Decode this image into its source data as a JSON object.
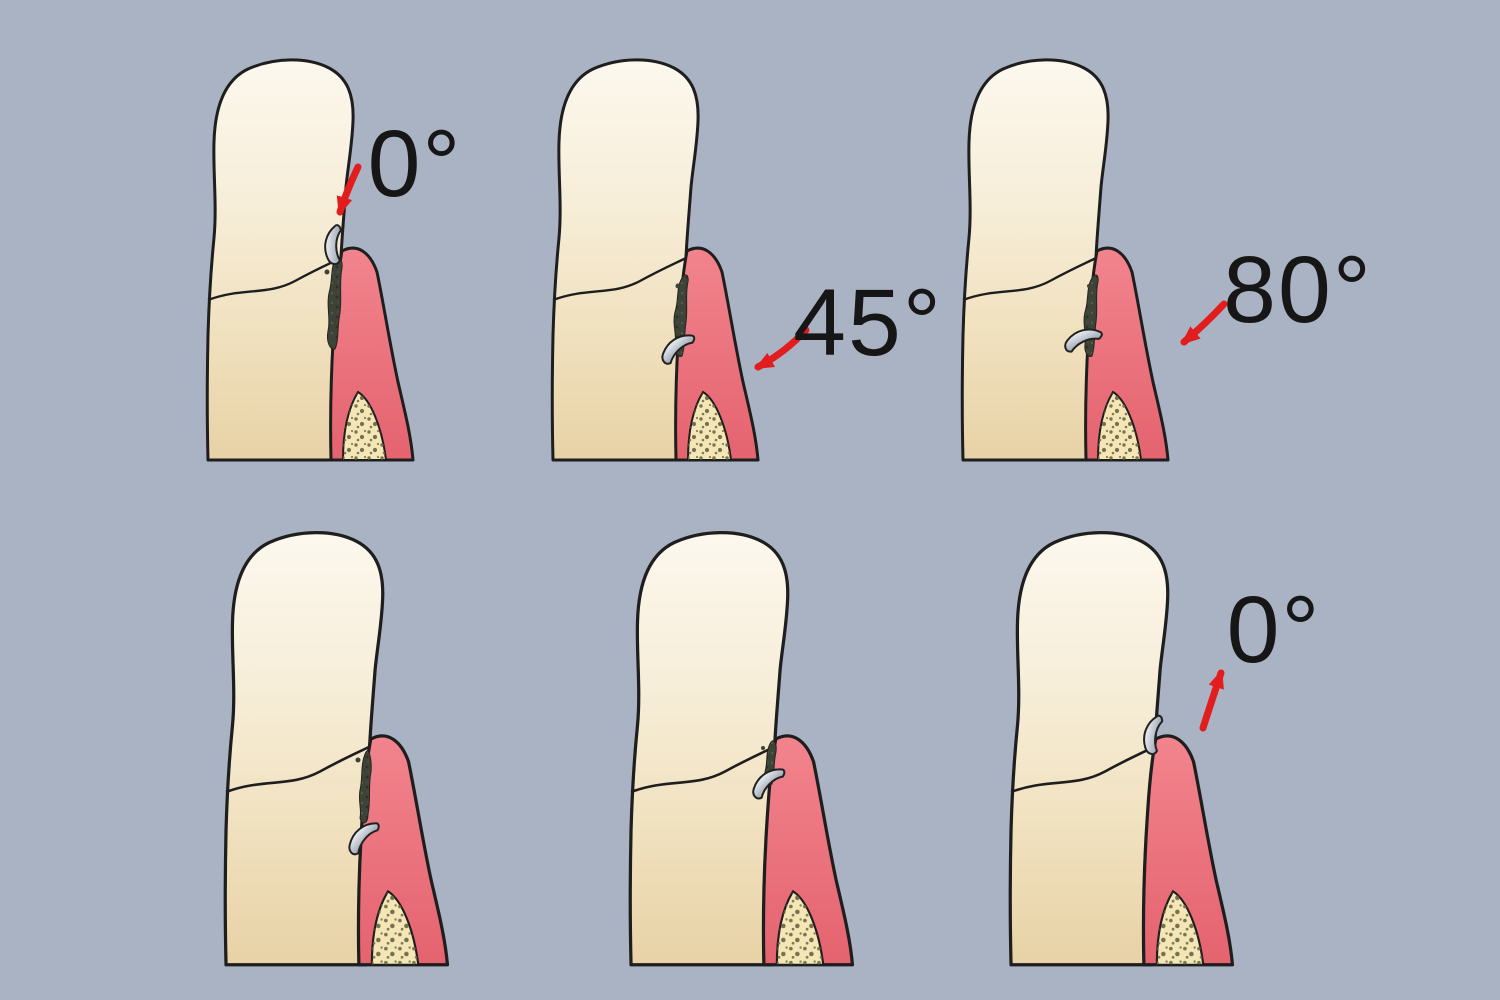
{
  "background_color": "#a9b3c3",
  "colors": {
    "arrow": "#e21d1d",
    "label": "#161616",
    "outline": "#1e1e1e",
    "tooth_light": "#fcf7ec",
    "tooth_dark": "#e8d2a6",
    "gum_pink": "#ec7680",
    "bone_fill": "#f4e6b5",
    "calculus": "#3e4337",
    "instrument_gray": "#c3cad3"
  },
  "figure": {
    "description_visible_text_only": "",
    "rows": 2,
    "columns": 3
  },
  "panels": [
    {
      "id": "panel-1",
      "label": "0°"
    },
    {
      "id": "panel-2",
      "label": "45°"
    },
    {
      "id": "panel-3",
      "label": "80°"
    },
    {
      "id": "panel-4",
      "label": ""
    },
    {
      "id": "panel-5",
      "label": ""
    },
    {
      "id": "panel-6",
      "label": "0°"
    }
  ]
}
